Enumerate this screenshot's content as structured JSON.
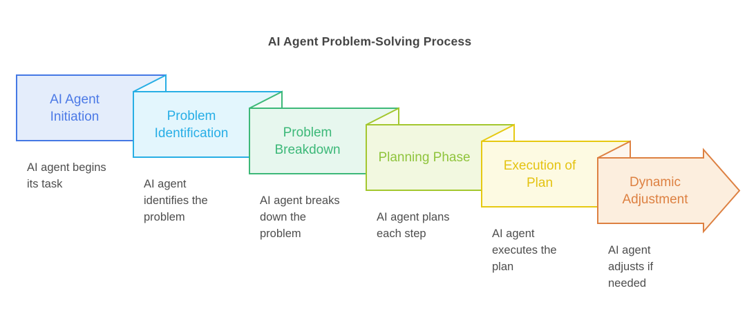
{
  "page_title": "AI Agent Problem-Solving Process",
  "title_color": "#454545",
  "description_color": "#4d4d4d",
  "steps": [
    {
      "label_lines": [
        "AI Agent",
        "Initiation"
      ],
      "label_color": "#4b79e6",
      "card_fill": "#e4edfb",
      "border_color": "#4478e4",
      "fold_fill": "#f2f7fe",
      "description_lines": [
        "AI agent begins",
        "its task"
      ]
    },
    {
      "label_lines": [
        "Problem",
        "Identification"
      ],
      "label_color": "#27aee6",
      "card_fill": "#e3f6fd",
      "border_color": "#27aee4",
      "fold_fill": "#f3fbfe",
      "description_lines": [
        "AI agent",
        "identifies the",
        "problem"
      ]
    },
    {
      "label_lines": [
        "Problem",
        "Breakdown"
      ],
      "label_color": "#3cb878",
      "card_fill": "#e7f7ee",
      "border_color": "#3cb878",
      "fold_fill": "#f3fbf7",
      "description_lines": [
        "AI agent breaks",
        "down the",
        "problem"
      ]
    },
    {
      "label_lines": [
        "Planning Phase"
      ],
      "label_color": "#8fc43c",
      "card_fill": "#f2f8e0",
      "border_color": "#a3c72e",
      "fold_fill": "#f9fcef",
      "description_lines": [
        "AI agent plans",
        "each step"
      ]
    },
    {
      "label_lines": [
        "Execution of",
        "Plan"
      ],
      "label_color": "#e4c312",
      "card_fill": "#fdfae2",
      "border_color": "#e6c912",
      "fold_fill": "#fefdf3",
      "description_lines": [
        "AI agent",
        "executes the",
        "plan"
      ]
    },
    {
      "label_lines": [
        "Dynamic",
        "Adjustment"
      ],
      "label_color": "#dd8041",
      "card_fill": "#fceede",
      "border_color": "#dd8041",
      "fold_fill": "#fdf6ee",
      "description_lines": [
        "AI agent",
        "adjusts if",
        "needed"
      ]
    }
  ]
}
